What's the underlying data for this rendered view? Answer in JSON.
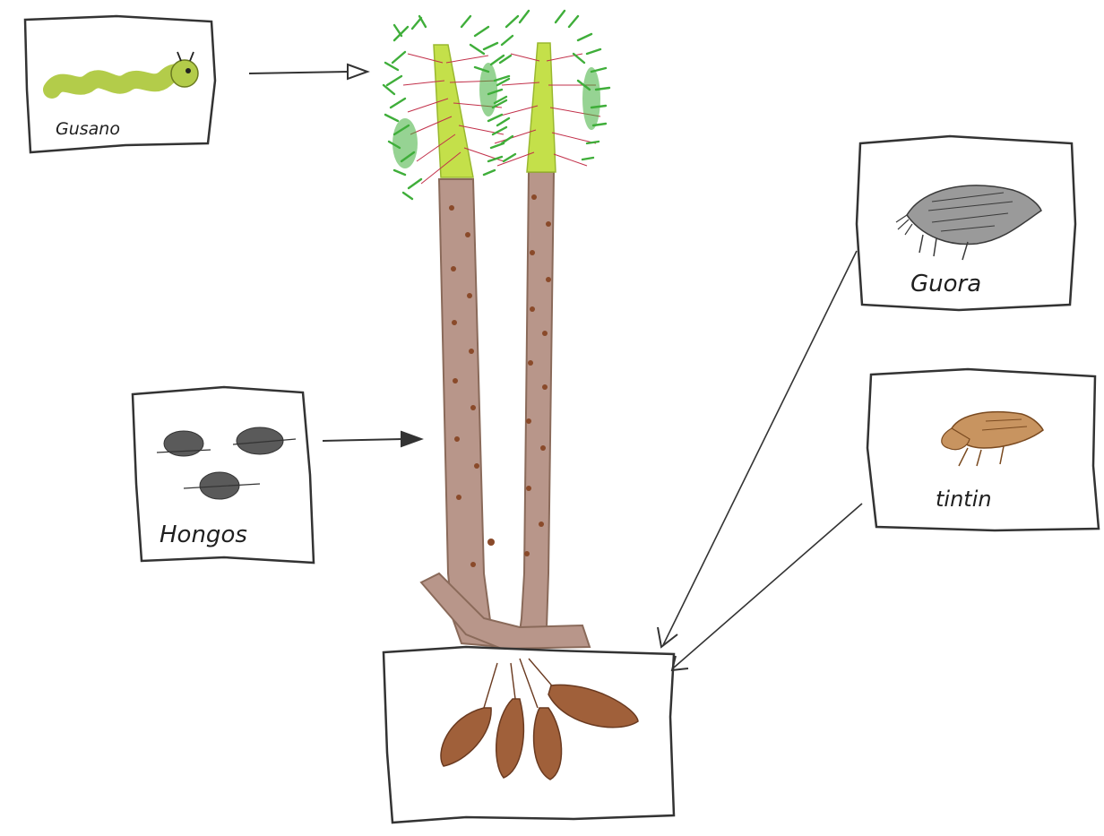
{
  "labels": {
    "worm": "Gusano",
    "fungi": "Hongos",
    "rat": "Guora",
    "tintin": "tintin"
  },
  "colors": {
    "stem": "#b8968a",
    "stem_dots": "#8a4a2a",
    "leaves": "#3fae3a",
    "leaf_core": "#c4e04a",
    "veins": "#c2304a",
    "tubers": "#a0603a",
    "worm": "#b3cc4a",
    "fungi": "#5a5a5a",
    "rat": "#7a7a7a",
    "tintin": "#b07a4a",
    "frame": "#333333",
    "arrow": "#333333"
  },
  "icons": [
    "worm-icon",
    "fungi-icon",
    "rat-icon",
    "tintin-icon",
    "plant-icon",
    "tubers-icon"
  ]
}
